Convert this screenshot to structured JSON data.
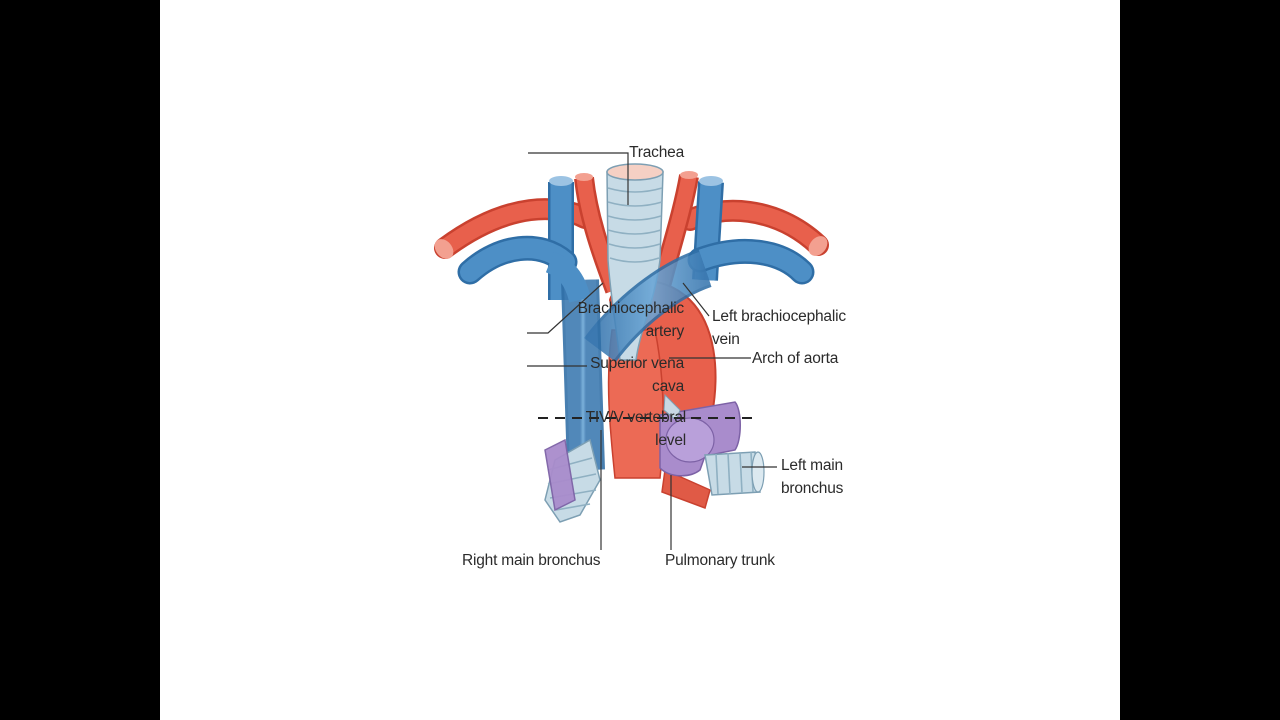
{
  "labels": {
    "trachea": "Trachea",
    "brachiocephalic_artery_1": "Brachiocephalic",
    "brachiocephalic_artery_2": "artery",
    "superior_vena_cava_1": "Superior vena",
    "superior_vena_cava_2": "cava",
    "vertebral_level_1": "TIV/V vertebral",
    "vertebral_level_2": "level",
    "left_brachiocephalic_vein_1": "Left brachiocephalic",
    "left_brachiocephalic_vein_2": "vein",
    "arch_of_aorta": "Arch of aorta",
    "left_main_bronchus_1": "Left main",
    "left_main_bronchus_2": "bronchus",
    "right_main_bronchus": "Right main bronchus",
    "pulmonary_trunk": "Pulmonary trunk"
  },
  "colors": {
    "slide_background": "#ffffff",
    "letterbox": "#000000",
    "artery": "#e8604c",
    "artery_dark": "#c9412f",
    "vein": "#4d8fc6",
    "vein_dark": "#2f6ea6",
    "airway": "#c7dbe6",
    "airway_ring": "#8fb0c2",
    "pulmonary": "#a98ccc",
    "pulmonary_dark": "#7d62a6",
    "leader_line": "#333333"
  }
}
